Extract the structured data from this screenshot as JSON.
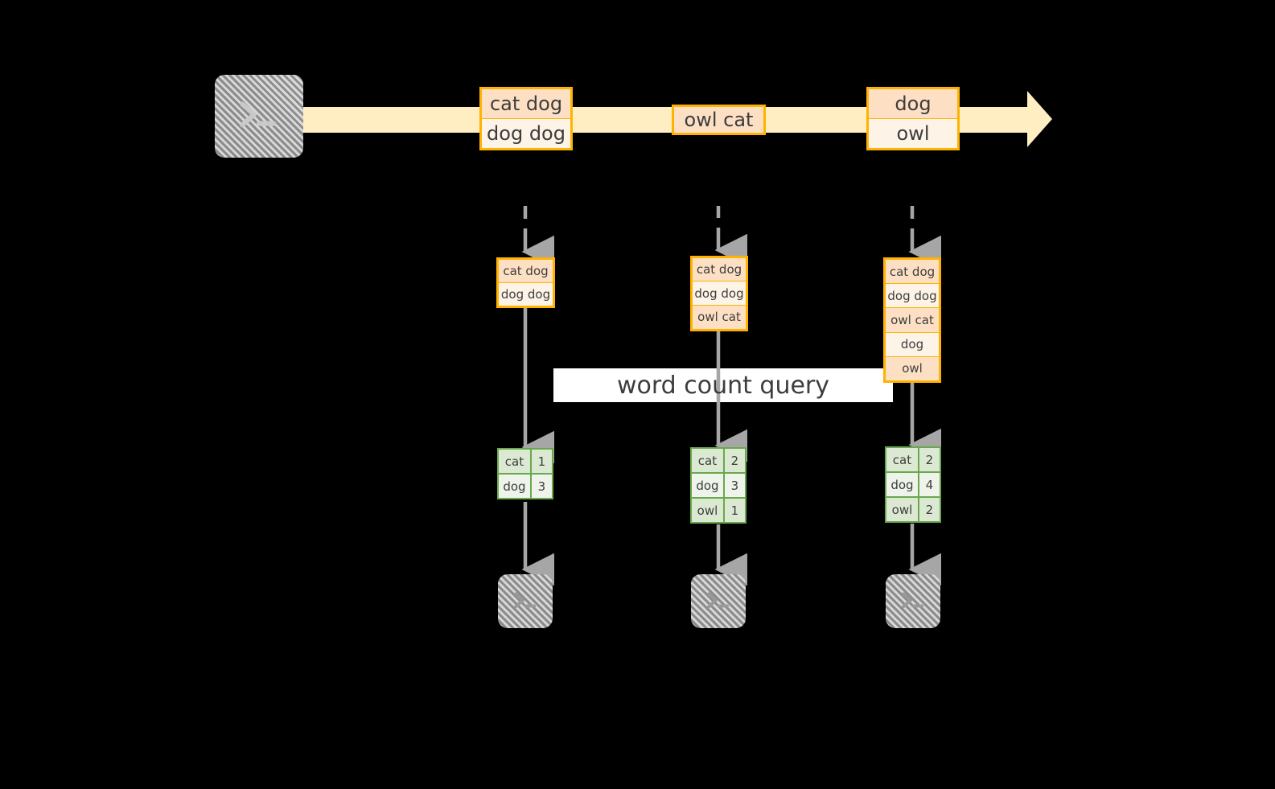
{
  "diagram": {
    "title_label": "word count query",
    "colors": {
      "stream_arrow": "#ffeec2",
      "record_border": "#ffb300",
      "record_fill_dark": "#fde0c4",
      "record_fill_light": "#fdf3e7",
      "table_border": "#6aa84f",
      "table_fill_dark": "#dbe9d2",
      "table_fill_light": "#eef4ea",
      "connector": "#a6a6a6",
      "terminal_fill": "#737373",
      "banner": "#ffffff",
      "background": "#000000"
    },
    "source": {
      "icon": "terminal-icon",
      "prompt": ">_"
    },
    "stream": {
      "direction": "left-to-right",
      "groups": [
        {
          "id": "group-1",
          "rows": [
            "cat dog",
            "dog dog"
          ]
        },
        {
          "id": "group-2",
          "rows": [
            "owl cat"
          ]
        },
        {
          "id": "group-3",
          "rows": [
            "dog",
            "owl"
          ]
        }
      ]
    },
    "columns": [
      {
        "id": "column-1",
        "snapshot_rows": [
          "cat dog",
          "dog dog"
        ],
        "counts": [
          {
            "word": "cat",
            "count": "1"
          },
          {
            "word": "dog",
            "count": "3"
          }
        ],
        "sink_icon": "terminal-icon",
        "sink_prompt": ">_"
      },
      {
        "id": "column-2",
        "snapshot_rows": [
          "cat dog",
          "dog dog",
          "owl cat"
        ],
        "counts": [
          {
            "word": "cat",
            "count": "2"
          },
          {
            "word": "dog",
            "count": "3"
          },
          {
            "word": "owl",
            "count": "1"
          }
        ],
        "sink_icon": "terminal-icon",
        "sink_prompt": ">_"
      },
      {
        "id": "column-3",
        "snapshot_rows": [
          "cat dog",
          "dog dog",
          "owl cat",
          "dog",
          "owl"
        ],
        "counts": [
          {
            "word": "cat",
            "count": "2"
          },
          {
            "word": "dog",
            "count": "4"
          },
          {
            "word": "owl",
            "count": "2"
          }
        ],
        "sink_icon": "terminal-icon",
        "sink_prompt": ">_"
      }
    ]
  }
}
